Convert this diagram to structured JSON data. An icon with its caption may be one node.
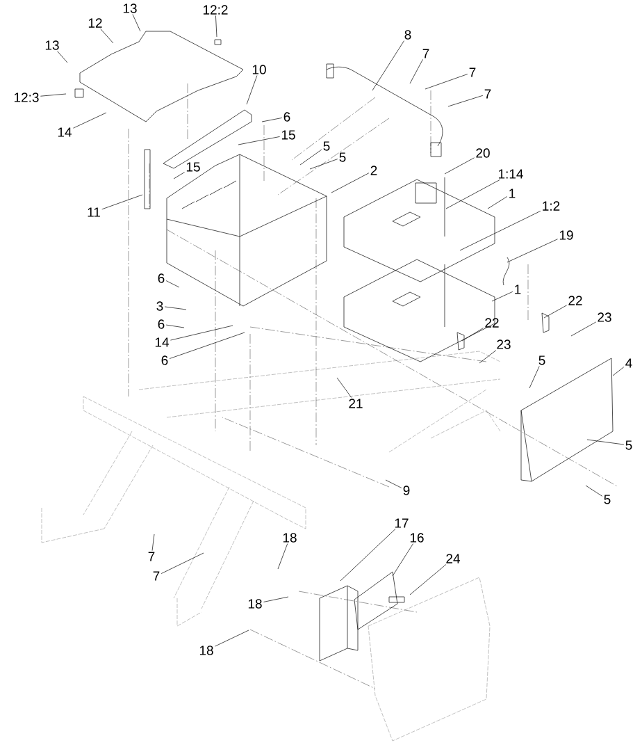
{
  "diagram": {
    "nodes": [
      {
        "text": [
          "13"
        ]
      },
      {
        "text": [
          "12"
        ]
      },
      {
        "text": [
          "13"
        ]
      },
      {
        "text": [
          "12:2"
        ]
      },
      {
        "text": [
          "12:3"
        ]
      },
      {
        "text": [
          "14"
        ]
      },
      {
        "text": [
          "10"
        ]
      },
      {
        "text": [
          "6"
        ]
      },
      {
        "text": [
          "15"
        ]
      },
      {
        "text": [
          "5"
        ]
      },
      {
        "text": [
          "5"
        ]
      },
      {
        "text": [
          "15"
        ]
      },
      {
        "text": [
          "11"
        ]
      },
      {
        "text": [
          "2"
        ]
      },
      {
        "text": [
          "8"
        ]
      },
      {
        "text": [
          "7"
        ]
      },
      {
        "text": [
          "7"
        ]
      },
      {
        "text": [
          "7"
        ]
      },
      {
        "text": [
          "20"
        ]
      },
      {
        "text": [
          "1:14"
        ]
      },
      {
        "text": [
          "1"
        ]
      },
      {
        "text": [
          "1:2"
        ]
      },
      {
        "text": [
          "19"
        ]
      },
      {
        "text": [
          "6"
        ]
      },
      {
        "text": [
          "3"
        ]
      },
      {
        "text": [
          "6"
        ]
      },
      {
        "text": [
          "14"
        ]
      },
      {
        "text": [
          "6"
        ]
      },
      {
        "text": [
          "1"
        ]
      },
      {
        "text": [
          "22"
        ]
      },
      {
        "text": [
          "23"
        ]
      },
      {
        "text": [
          "22"
        ]
      },
      {
        "text": [
          "23"
        ]
      },
      {
        "text": [
          "21"
        ]
      },
      {
        "text": [
          "5"
        ]
      },
      {
        "text": [
          "4"
        ]
      },
      {
        "text": [
          "5"
        ]
      },
      {
        "text": [
          "5"
        ]
      },
      {
        "text": [
          "9"
        ]
      },
      {
        "text": [
          "7"
        ]
      },
      {
        "text": [
          "7"
        ]
      },
      {
        "text": [
          "18"
        ]
      },
      {
        "text": [
          "17"
        ]
      },
      {
        "text": [
          "16"
        ]
      },
      {
        "text": [
          "24"
        ]
      },
      {
        "text": [
          "18"
        ]
      },
      {
        "text": [
          "18"
        ]
      }
    ],
    "edges": [
      {
        "from": 0,
        "to": null,
        "arrow": "none"
      },
      {
        "from": 1,
        "to": null,
        "arrow": "none"
      },
      {
        "from": 2,
        "to": null,
        "arrow": "none"
      },
      {
        "from": 3,
        "to": null,
        "arrow": "none"
      },
      {
        "from": 4,
        "to": null,
        "arrow": "none"
      },
      {
        "from": 5,
        "to": null,
        "arrow": "none"
      },
      {
        "from": 6,
        "to": null,
        "arrow": "none"
      },
      {
        "from": 7,
        "to": null,
        "arrow": "none"
      },
      {
        "from": 8,
        "to": null,
        "arrow": "none"
      },
      {
        "from": 9,
        "to": null,
        "arrow": "none"
      },
      {
        "from": 10,
        "to": null,
        "arrow": "none"
      },
      {
        "from": 11,
        "to": null,
        "arrow": "none"
      },
      {
        "from": 12,
        "to": null,
        "arrow": "none"
      },
      {
        "from": 13,
        "to": null,
        "arrow": "none"
      },
      {
        "from": 14,
        "to": null,
        "arrow": "none"
      },
      {
        "from": 15,
        "to": null,
        "arrow": "none"
      },
      {
        "from": 16,
        "to": null,
        "arrow": "none"
      },
      {
        "from": 17,
        "to": null,
        "arrow": "none"
      },
      {
        "from": 18,
        "to": null,
        "arrow": "none"
      },
      {
        "from": 19,
        "to": null,
        "arrow": "none"
      },
      {
        "from": 20,
        "to": null,
        "arrow": "none"
      },
      {
        "from": 21,
        "to": null,
        "arrow": "none"
      },
      {
        "from": 22,
        "to": null,
        "arrow": "none"
      },
      {
        "from": 23,
        "to": null,
        "arrow": "none"
      },
      {
        "from": 24,
        "to": null,
        "arrow": "none"
      },
      {
        "from": 25,
        "to": null,
        "arrow": "none"
      },
      {
        "from": 26,
        "to": null,
        "arrow": "none"
      },
      {
        "from": 27,
        "to": null,
        "arrow": "none"
      },
      {
        "from": 28,
        "to": null,
        "arrow": "none"
      },
      {
        "from": 29,
        "to": null,
        "arrow": "none"
      },
      {
        "from": 30,
        "to": null,
        "arrow": "none"
      },
      {
        "from": 31,
        "to": null,
        "arrow": "none"
      },
      {
        "from": 32,
        "to": null,
        "arrow": "none"
      },
      {
        "from": 33,
        "to": null,
        "arrow": "none"
      },
      {
        "from": 34,
        "to": null,
        "arrow": "none"
      },
      {
        "from": 35,
        "to": null,
        "arrow": "none"
      },
      {
        "from": 36,
        "to": null,
        "arrow": "none"
      },
      {
        "from": 37,
        "to": null,
        "arrow": "none"
      },
      {
        "from": 38,
        "to": null,
        "arrow": "none"
      },
      {
        "from": 39,
        "to": null,
        "arrow": "none"
      },
      {
        "from": 40,
        "to": null,
        "arrow": "none"
      },
      {
        "from": 41,
        "to": null,
        "arrow": "none"
      },
      {
        "from": 42,
        "to": null,
        "arrow": "none"
      },
      {
        "from": 43,
        "to": null,
        "arrow": "none"
      },
      {
        "from": 44,
        "to": null,
        "arrow": "none"
      },
      {
        "from": 45,
        "to": null,
        "arrow": "none"
      },
      {
        "from": 46,
        "to": null,
        "arrow": "none"
      }
    ]
  }
}
